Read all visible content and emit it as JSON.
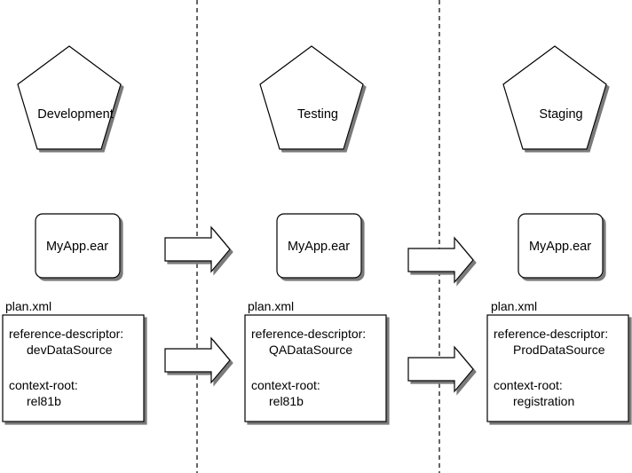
{
  "colors": {
    "line": "#000000",
    "shadow": "#7a7a7a",
    "background": "#ffffff"
  },
  "icons": {
    "environment": "pentagon-icon",
    "transition": "right-arrow-icon"
  },
  "stages": [
    {
      "name": "Development",
      "archive": "MyApp.ear",
      "plan_label": "plan.xml",
      "plan_lines": [
        "reference-descriptor:",
        "devDataSource",
        "context-root:",
        "rel81b"
      ]
    },
    {
      "name": "Testing",
      "archive": "MyApp.ear",
      "plan_label": "plan.xml",
      "plan_lines": [
        "reference-descriptor:",
        "QADataSource",
        "context-root:",
        "rel81b"
      ]
    },
    {
      "name": "Staging",
      "archive": "MyApp.ear",
      "plan_label": "plan.xml",
      "plan_lines": [
        "reference-descriptor:",
        "ProdDataSource",
        "context-root:",
        "registration"
      ]
    }
  ]
}
